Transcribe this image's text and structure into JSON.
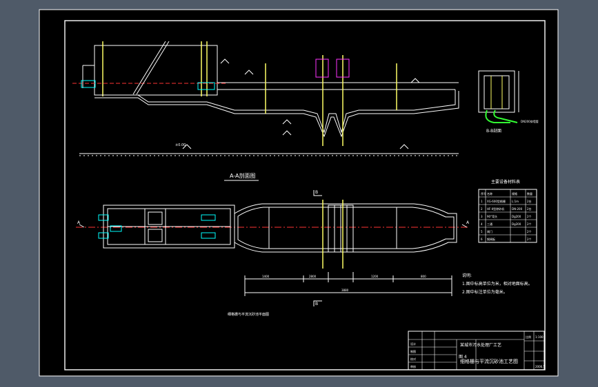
{
  "colors": {
    "background": "#4f5a68",
    "paper": "#000000",
    "line": "#ffffff",
    "accent_cyan": "#00ffff",
    "accent_yellow": "#ffff66",
    "accent_magenta": "#ff33ff",
    "accent_green": "#33ff33",
    "accent_red": "#ff3333"
  },
  "views": {
    "section_title": "A-A剖面图",
    "plan_caption": "细格栅与平流沉砂池平面图",
    "detail_title": "B-B剖面",
    "section_marker_a": "A",
    "section_marker_b": "B"
  },
  "notes": {
    "heading": "说明:",
    "line1": "1.图中标高单位为米，相对地面标高。",
    "line2": "2.图中标注单位为毫米。"
  },
  "equipment_table": {
    "title": "主要设备材料表",
    "headers": [
      "序号",
      "名称",
      "规格",
      "数量"
    ],
    "rows": [
      [
        "1",
        "XG-600型格栅",
        "L:1m",
        "2台"
      ],
      [
        "2",
        "HF-II型除砂机",
        "DN-200",
        "2台"
      ],
      [
        "3",
        "90°弯头",
        "Dg200",
        "2个"
      ],
      [
        "4",
        "三通",
        "Dg200",
        "2个"
      ],
      [
        "5",
        "闸门",
        "",
        "2个"
      ],
      [
        "6",
        "钢闸板",
        "",
        "2个"
      ]
    ]
  },
  "title_block": {
    "project": "某城市污水处理厂工艺",
    "drawing_name": "细格栅与平流沉砂池工艺图",
    "sheet_label": "图 4",
    "scale_label": "比例",
    "scale_value": "1:100",
    "date_value": "2006.5",
    "roles": [
      "设计",
      "制图",
      "校对",
      "审核"
    ]
  },
  "annotations": {
    "ground_level": "±0.00",
    "dim_total": "3880",
    "dim_1": "1400",
    "dim_2": "2800",
    "dim_3": "1200",
    "dim_4": "800",
    "outfall_label": "DN200穿墙管"
  }
}
